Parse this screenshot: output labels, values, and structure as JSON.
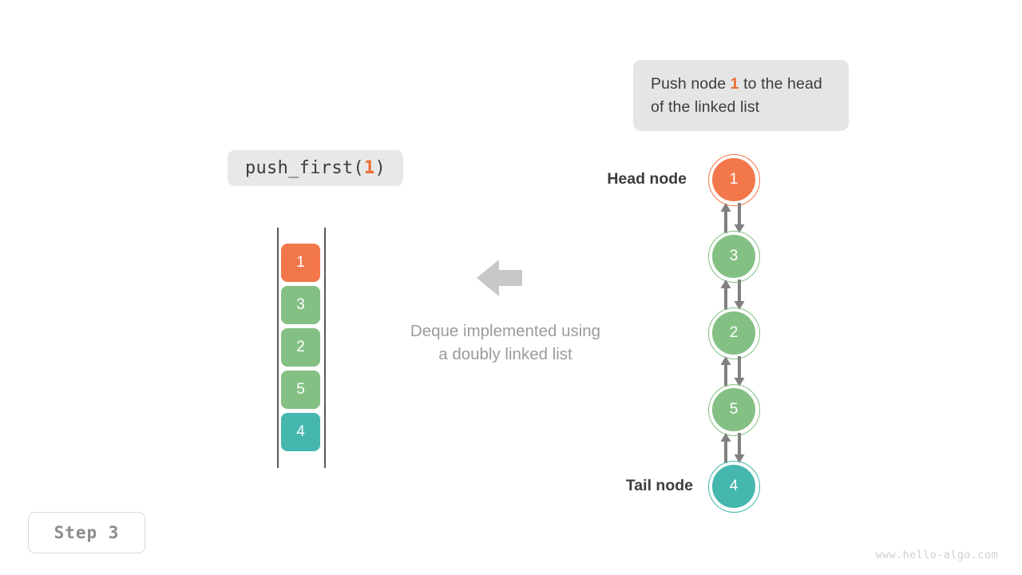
{
  "info_box": {
    "text_before": "Push node ",
    "highlight": "1",
    "text_after": " to the head of the linked list",
    "bg_color": "#e5e5e5",
    "highlight_color": "#ef6c33"
  },
  "operation": {
    "label_prefix": "push_first(",
    "label_arg": "1",
    "label_suffix": ")",
    "bg_color": "#e8e8e8"
  },
  "stack": {
    "cells": [
      {
        "value": "1",
        "color": "#f2784b"
      },
      {
        "value": "3",
        "color": "#84c084"
      },
      {
        "value": "2",
        "color": "#84c084"
      },
      {
        "value": "5",
        "color": "#84c084"
      },
      {
        "value": "4",
        "color": "#45b7ae"
      }
    ]
  },
  "center": {
    "arrow_direction": "left",
    "arrow_color": "#c8c8c8",
    "caption_line1": "Deque implemented using",
    "caption_line2": "a doubly linked list",
    "caption_color": "#9b9b9b"
  },
  "linked_list": {
    "head_label": "Head node",
    "tail_label": "Tail node",
    "arrow_color": "#808080",
    "nodes": [
      {
        "value": "1",
        "color": "#f2784b"
      },
      {
        "value": "3",
        "color": "#84c084"
      },
      {
        "value": "2",
        "color": "#84c084"
      },
      {
        "value": "5",
        "color": "#84c084"
      },
      {
        "value": "4",
        "color": "#45b7ae"
      }
    ]
  },
  "step_badge": {
    "label": "Step 3"
  },
  "watermark": {
    "text": "www.hello-algo.com"
  }
}
